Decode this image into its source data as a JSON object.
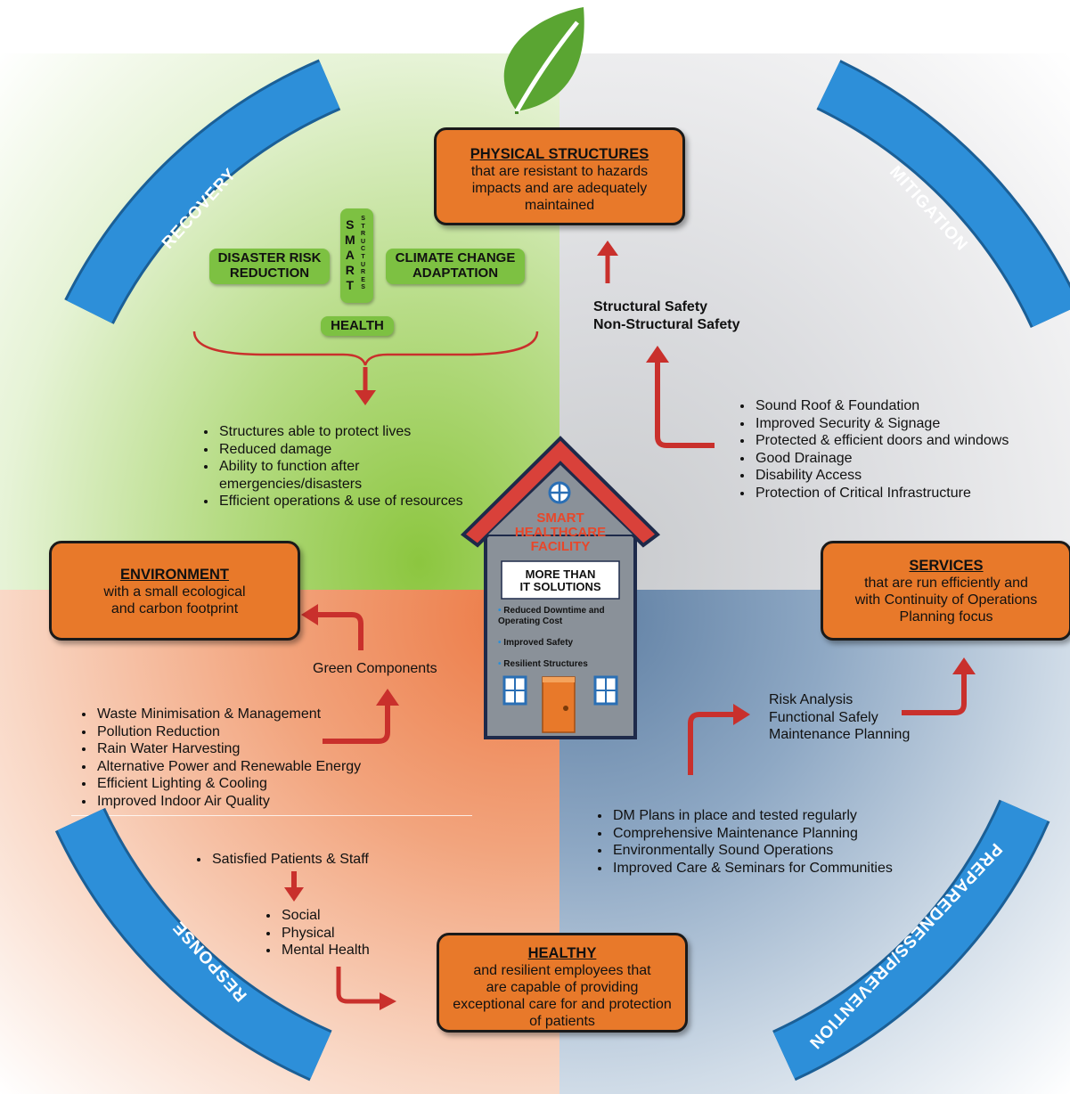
{
  "phases": {
    "recovery": "RECOVERY",
    "mitigation": "MITIGATION",
    "response": "RESPONSE",
    "preparedness": "PREPAREDNESS/PREVENTION"
  },
  "physical_structures": {
    "title": "PHYSICAL STRUCTURES",
    "line1": "that are resistant to hazards",
    "line2": "impacts and are adequately",
    "line3": "maintained"
  },
  "environment": {
    "title": "ENVIRONMENT",
    "line1": "with a small ecological",
    "line2": "and carbon footprint"
  },
  "services": {
    "title": "SERVICES",
    "line1": "that are run efficiently and",
    "line2": "with Continuity of Operations",
    "line3": "Planning focus"
  },
  "healthy": {
    "title": "HEALTHY",
    "line1": "and resilient employees that",
    "line2": "are capable of providing",
    "line3": "exceptional care for and protection",
    "line4": "of patients"
  },
  "smart_cross": {
    "drr_1": "DISASTER RISK",
    "drr_2": "REDUCTION",
    "cca_1": "CLIMATE CHANGE",
    "cca_2": "ADAPTATION",
    "smart_letters": [
      "S",
      "M",
      "A",
      "R",
      "T"
    ],
    "structures_letters": [
      "S",
      "T",
      "R",
      "U",
      "C",
      "T",
      "U",
      "R",
      "E",
      "S"
    ],
    "health": "HEALTH"
  },
  "recovery_outcomes": [
    "Structures able to protect lives",
    "Reduced damage",
    "Ability to function after emergencies/disasters",
    "Efficient operations & use of resources"
  ],
  "safety": {
    "line1": "Structural Safety",
    "line2": "Non-Structural Safety"
  },
  "mitigation_items": [
    "Sound Roof & Foundation",
    "Improved Security & Signage",
    "Protected & efficient doors and windows",
    "Good Drainage",
    "Disability Access",
    "Protection of Critical Infrastructure"
  ],
  "house": {
    "title1": "SMART",
    "title2": "HEALTHCARE",
    "title3": "FACILITY",
    "sub1": "MORE THAN",
    "sub2": "IT SOLUTIONS",
    "bullets": [
      "Reduced Downtime and Operating Cost",
      "Improved Safety",
      "Resilient Structures"
    ]
  },
  "green_components": "Green Components",
  "environment_items": [
    "Waste Minimisation & Management",
    "Pollution Reduction",
    "Rain Water Harvesting",
    "Alternative Power and Renewable Energy",
    "Efficient Lighting & Cooling",
    "Improved Indoor Air Quality"
  ],
  "risk": {
    "line1": "Risk Analysis",
    "line2": "Functional Safely",
    "line3": "Maintenance Planning"
  },
  "preparedness_items": [
    "DM Plans in place and tested regularly",
    "Comprehensive Maintenance Planning",
    "Environmentally Sound Operations",
    "Improved Care & Seminars for Communities"
  ],
  "response_top": "Satisfied Patients & Staff",
  "response_items": [
    "Social",
    "Physical",
    "Mental Health"
  ],
  "colors": {
    "orange_box": "#e8792a",
    "green_box": "#7dc142",
    "arc_blue": "#2d8fd9",
    "arrow_red": "#c9302c",
    "leaf_green": "#5aa532"
  }
}
